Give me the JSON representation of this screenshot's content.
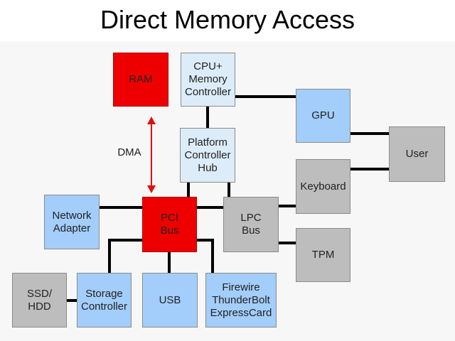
{
  "title": "Direct Memory Access",
  "colors": {
    "red_component": "#ee0000",
    "blue_component": "#a3cdfa",
    "light_blue_component": "#dcecf8",
    "gray_component": "#bdbdbd",
    "connection": "#000000",
    "dma_arrow": "#e01010"
  },
  "nodes": {
    "ram": "RAM",
    "cpu": "CPU+\nMemory\nController",
    "pch": "Platform\nController\nHub",
    "gpu": "GPU",
    "user": "User",
    "keyboard": "Keyboard",
    "network": "Network\nAdapter",
    "pci": "PCI\nBus",
    "lpc": "LPC\nBus",
    "tpm": "TPM",
    "ssd": "SSD/\nHDD",
    "storage": "Storage\nController",
    "usb": "USB",
    "firewire": "Firewire\nThunderBolt\nExpressCard"
  },
  "dma": {
    "label": "DMA",
    "from": "pci",
    "to": "ram"
  }
}
